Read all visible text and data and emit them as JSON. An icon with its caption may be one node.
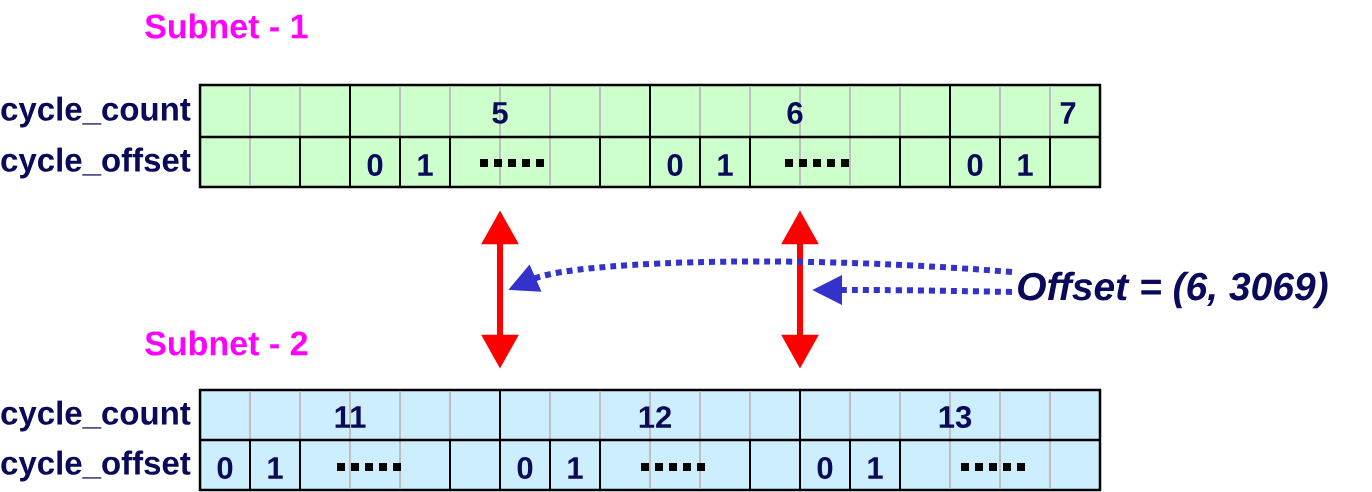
{
  "diagram": {
    "nodes": [
      {
        "text": [],
        "shape": "bar",
        "beside": [
          "cycle_count",
          "cycle_offset"
        ]
      },
      {
        "text": [],
        "shape": "bar",
        "beside": [
          "cycle_count",
          "cycle_offset"
        ]
      },
      {
        "text": [
          "Offset = (6, 3069)"
        ]
      }
    ],
    "edges": [
      {
        "from": 0,
        "to": 1,
        "arrow": "both",
        "color": "#ff0000"
      },
      {
        "from": 0,
        "to": 1,
        "arrow": "both",
        "color": "#ff0000"
      },
      {
        "from": 2,
        "to": null,
        "arrow": "to",
        "style": "dashed",
        "color": "#3333cc"
      },
      {
        "from": 2,
        "to": null,
        "arrow": "to",
        "style": "dashed",
        "color": "#3333cc"
      }
    ],
    "labels": [
      "Subnet - 1",
      "5",
      "6",
      "7",
      "0",
      "1",
      "0",
      "1",
      "0",
      "1",
      "Subnet - 2",
      "11",
      "12",
      "13",
      "0",
      "1",
      "0",
      "1",
      "0",
      "1"
    ]
  }
}
